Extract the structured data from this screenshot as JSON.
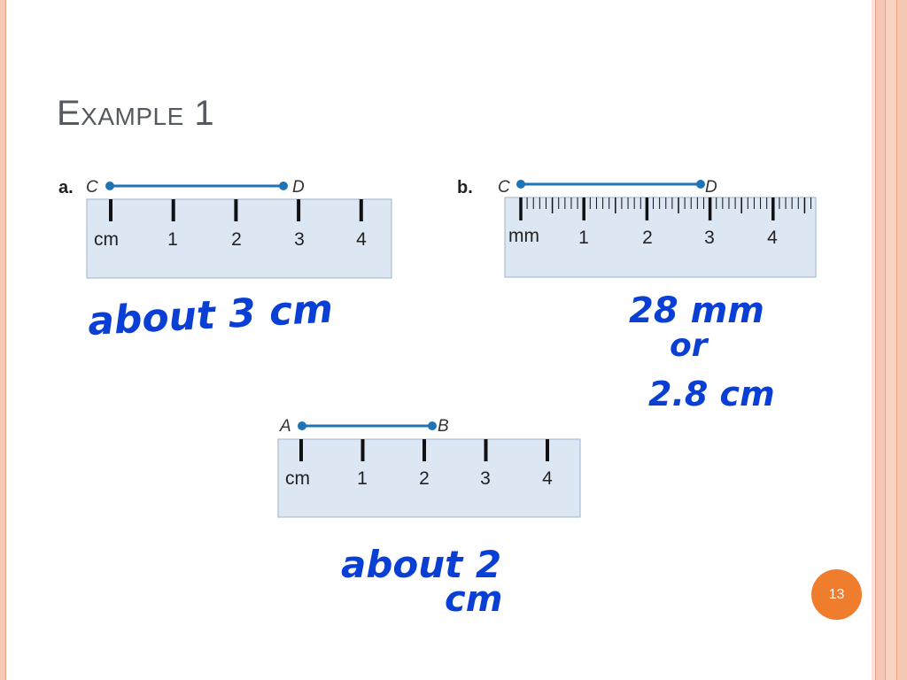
{
  "slide": {
    "title": "Example 1",
    "page_number": "13"
  },
  "figures": {
    "a": {
      "label": "a.",
      "start_point": "C",
      "end_point": "D",
      "unit_label": "cm",
      "tick_labels": [
        "1",
        "2",
        "3",
        "4"
      ]
    },
    "b": {
      "label": "b.",
      "start_point": "C",
      "end_point": "D",
      "unit_label": "mm",
      "tick_labels": [
        "1",
        "2",
        "3",
        "4"
      ]
    },
    "c": {
      "start_point": "A",
      "end_point": "B",
      "unit_label": "cm",
      "tick_labels": [
        "1",
        "2",
        "3",
        "4"
      ]
    }
  },
  "handwriting": {
    "a": "about 3 cm",
    "b_line1": "28 mm",
    "b_line2": "or",
    "b_line3": "2.8 cm",
    "c_line1": "about 2",
    "c_line2": "cm"
  },
  "colors": {
    "ink": "#0a3fd6",
    "segment": "#1f73b7",
    "ruler_fill": "#dde6f3",
    "accent": "#f07d2d",
    "border": "#f6c7b5"
  }
}
